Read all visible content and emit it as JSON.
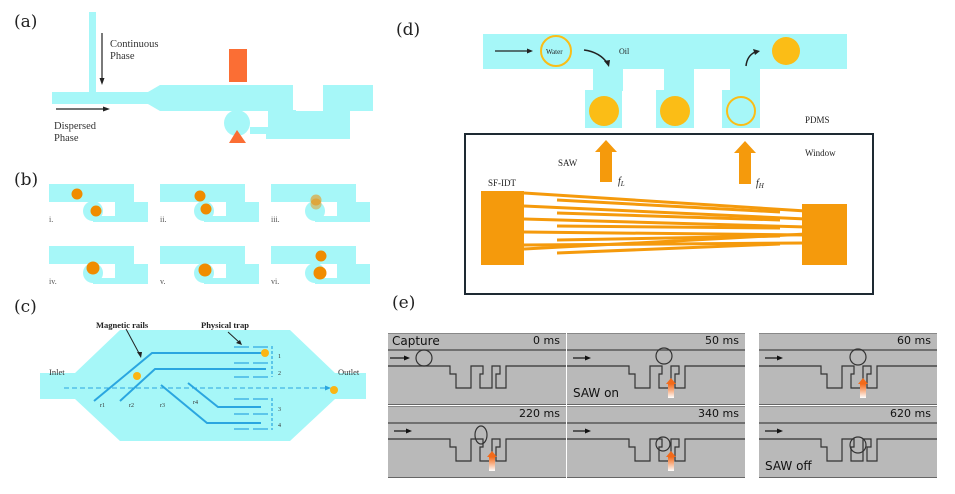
{
  "figure": {
    "colors": {
      "channel": "#a6f7f8",
      "droplet": "#f4a410",
      "droplet_b": "#f08c00",
      "droplet_d": "#fbbd16",
      "electrode": "#f59a0c",
      "actuator": "#fb6e34",
      "rail": "#2aa6e0",
      "photo_bg": "#b8b8b8"
    }
  },
  "panel_a": {
    "label": "(a)",
    "continuous_phase": [
      "Continuous",
      "Phase"
    ],
    "dispersed_phase": [
      "Dispersed",
      "Phase"
    ]
  },
  "panel_b": {
    "label": "(b)",
    "steps": [
      "i.",
      "ii.",
      "iii.",
      "iv.",
      "v.",
      "vi."
    ]
  },
  "panel_c": {
    "label": "(c)",
    "magnetic_rails": "Magnetic rails",
    "physical_trap": "Physical trap",
    "inlet": "Inlet",
    "outlet": "Outlet",
    "rail_labels": [
      "r1",
      "r2",
      "r3",
      "r4"
    ],
    "trap_numbers": [
      "1",
      "2",
      "3",
      "4"
    ]
  },
  "panel_d": {
    "label": "(d)",
    "water": "Water",
    "oil": "Oil",
    "pdms": "PDMS",
    "saw": "SAW",
    "window": "Window",
    "sf_idt": "SF-IDT",
    "f_low": "f",
    "f_low_sub": "L",
    "f_high": "f",
    "f_high_sub": "H"
  },
  "panel_e": {
    "label": "(e)",
    "frames": [
      {
        "time": "0 ms",
        "caption": "Capture",
        "caption_pos": "top"
      },
      {
        "time": "50 ms",
        "caption": "SAW on",
        "caption_pos": "bottom"
      },
      {
        "time": "60 ms",
        "caption": "",
        "caption_pos": ""
      },
      {
        "time": "220 ms",
        "caption": "",
        "caption_pos": ""
      },
      {
        "time": "340 ms",
        "caption": "",
        "caption_pos": ""
      },
      {
        "time": "620 ms",
        "caption": "SAW off",
        "caption_pos": "bottom"
      }
    ]
  }
}
